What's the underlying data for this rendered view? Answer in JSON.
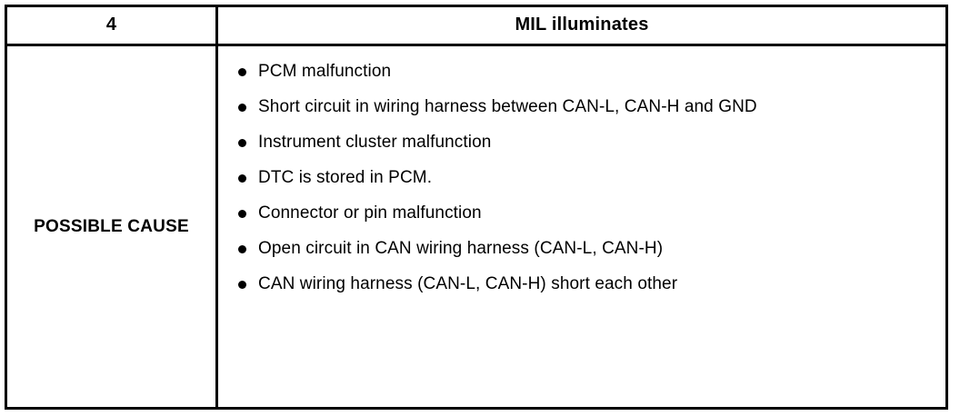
{
  "table": {
    "header": {
      "step_number": "4",
      "condition": "MIL illuminates"
    },
    "row_label": "POSSIBLE CAUSE",
    "possible_causes": [
      "PCM malfunction",
      "Short circuit in wiring harness between CAN-L, CAN-H and GND",
      "Instrument cluster malfunction",
      "DTC is stored in PCM.",
      "Connector or pin malfunction",
      "Open circuit in CAN wiring harness (CAN-L, CAN-H)",
      "CAN wiring harness (CAN-L, CAN-H) short each other"
    ],
    "bullet_icon": "filled-circle-bullet",
    "colors": {
      "border": "#000000",
      "text": "#000000",
      "background": "#ffffff"
    }
  }
}
